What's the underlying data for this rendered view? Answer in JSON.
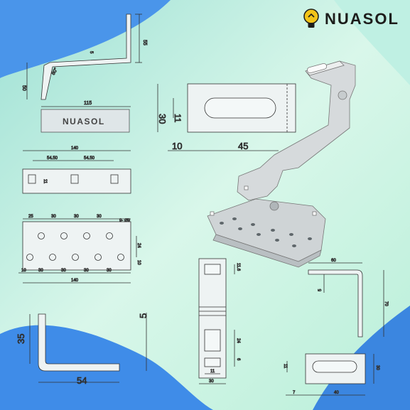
{
  "brand": {
    "name": "NUASOL",
    "accent": "#f2c418",
    "bg_blue": "#3f8ce8",
    "bg_mint": "#c9f2e2"
  },
  "side_view": {
    "dims": [
      "55",
      "5",
      "80°",
      "50",
      "115"
    ]
  },
  "name_plate": {
    "text": "NUASOL"
  },
  "slot_view": {
    "dims": [
      "30",
      "11",
      "10",
      "45"
    ]
  },
  "top_plate": {
    "dims": [
      "140",
      "54.50",
      "54.50",
      "11"
    ]
  },
  "hole_plate": {
    "dims": [
      "25",
      "30",
      "30",
      "30",
      "9- Ø9",
      "24",
      "10",
      "10",
      "30",
      "30",
      "30",
      "30",
      "140"
    ]
  },
  "l_bracket": {
    "dims": [
      "35",
      "5",
      "54"
    ]
  },
  "front_view": {
    "dims": [
      "11.6",
      "24",
      "6",
      "11",
      "30"
    ]
  },
  "right_side_view": {
    "dims": [
      "60",
      "5",
      "70"
    ]
  },
  "slot_plan": {
    "dims": [
      "11",
      "30",
      "7",
      "40"
    ]
  }
}
